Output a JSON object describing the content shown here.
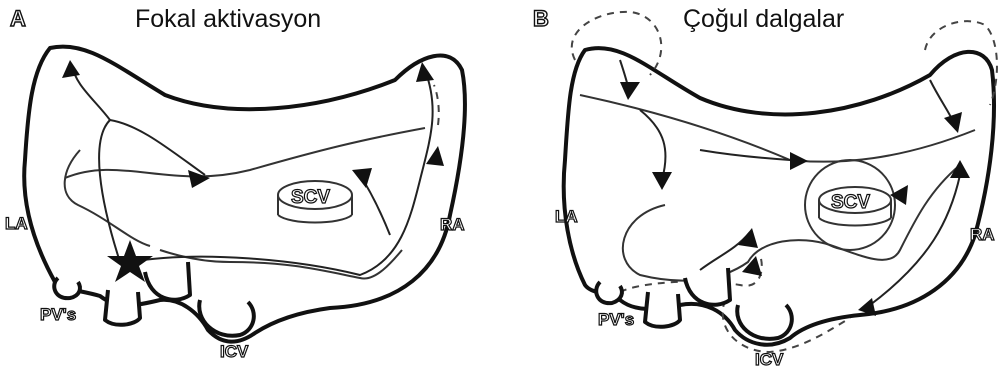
{
  "panel_a": {
    "letter": "A",
    "title": "Fokal aktivasyon",
    "labels": {
      "la": "LA",
      "ra": "RA",
      "scv": "SCV",
      "pvs": "PV's",
      "icv": "ICV"
    }
  },
  "panel_b": {
    "letter": "B",
    "title": "Çoğul dalgalar",
    "labels": {
      "la": "LA",
      "ra": "RA",
      "scv": "SCV",
      "pvs": "PV's",
      "icv": "ICV"
    }
  },
  "icons": [
    "star-icon",
    "arrow-icon"
  ],
  "colors": {
    "line": "#111111",
    "background": "#ffffff"
  }
}
